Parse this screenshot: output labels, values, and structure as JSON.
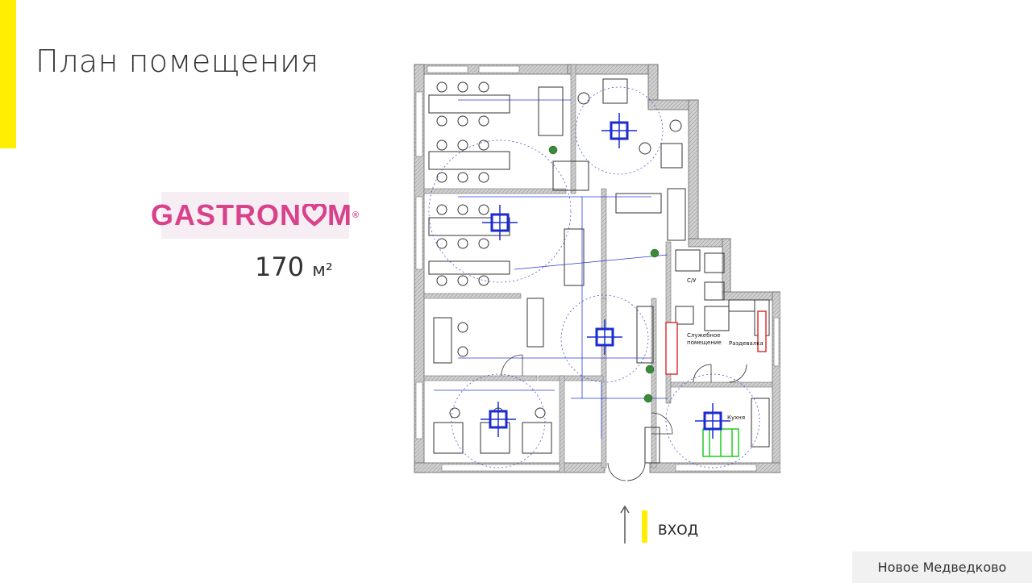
{
  "title": "План помещения",
  "brand": {
    "name": "GASTRONOM",
    "prefix": "GASTRON",
    "suffix": "M",
    "reg_mark": "®",
    "color": "#d9428b",
    "background": "#f7eef4"
  },
  "area": {
    "value": "170",
    "unit": "м²"
  },
  "accent_color": "#ffee00",
  "floor_plan": {
    "labels": {
      "wc": "С/У",
      "service_room": "Служебное помещение",
      "service_room_line1": "Служебное",
      "service_room_line2": "помещение",
      "changing_room": "Раздевалка",
      "kitchen": "Кухня"
    }
  },
  "entrance": {
    "label": "ВХОД",
    "icon": "arrow-up-icon"
  },
  "footer": {
    "location": "Новое Медведково"
  }
}
